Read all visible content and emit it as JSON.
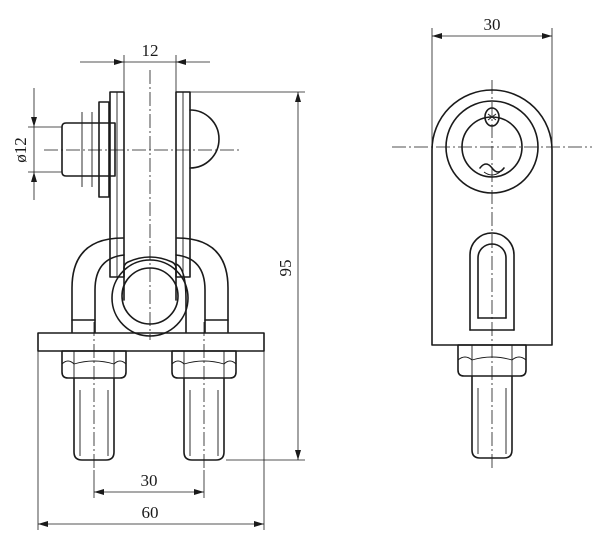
{
  "drawing": {
    "dimensions": {
      "width_pin": "12",
      "diameter_pin": "ø12",
      "height_total": "95",
      "bolt_spacing": "30",
      "base_width": "60",
      "side_width": "30"
    }
  }
}
